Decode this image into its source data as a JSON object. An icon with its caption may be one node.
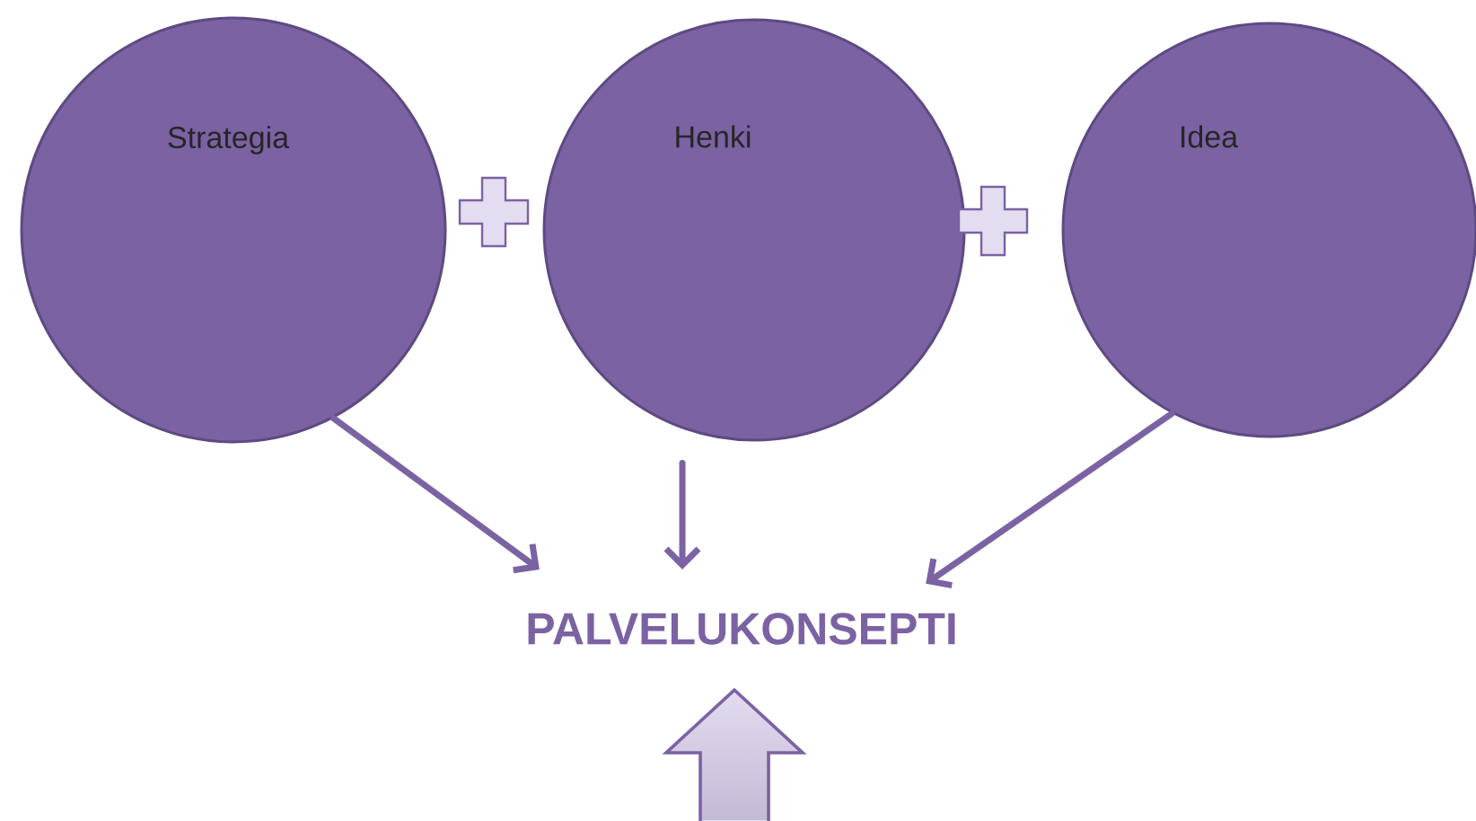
{
  "diagram": {
    "nodes": [
      {
        "text": [
          "Strategia"
        ]
      },
      {
        "text": [
          "Henki"
        ]
      },
      {
        "text": [
          "Idea"
        ]
      },
      {
        "text": [
          "PALVELUKONSEPTI"
        ]
      }
    ],
    "edges": [
      {
        "from": 0,
        "to": 3,
        "arrow": "to"
      },
      {
        "from": 1,
        "to": 3,
        "arrow": "to"
      },
      {
        "from": 2,
        "to": 3,
        "arrow": "to"
      },
      {
        "from": null,
        "to": 3,
        "arrow": "to",
        "style": "thick"
      }
    ]
  }
}
